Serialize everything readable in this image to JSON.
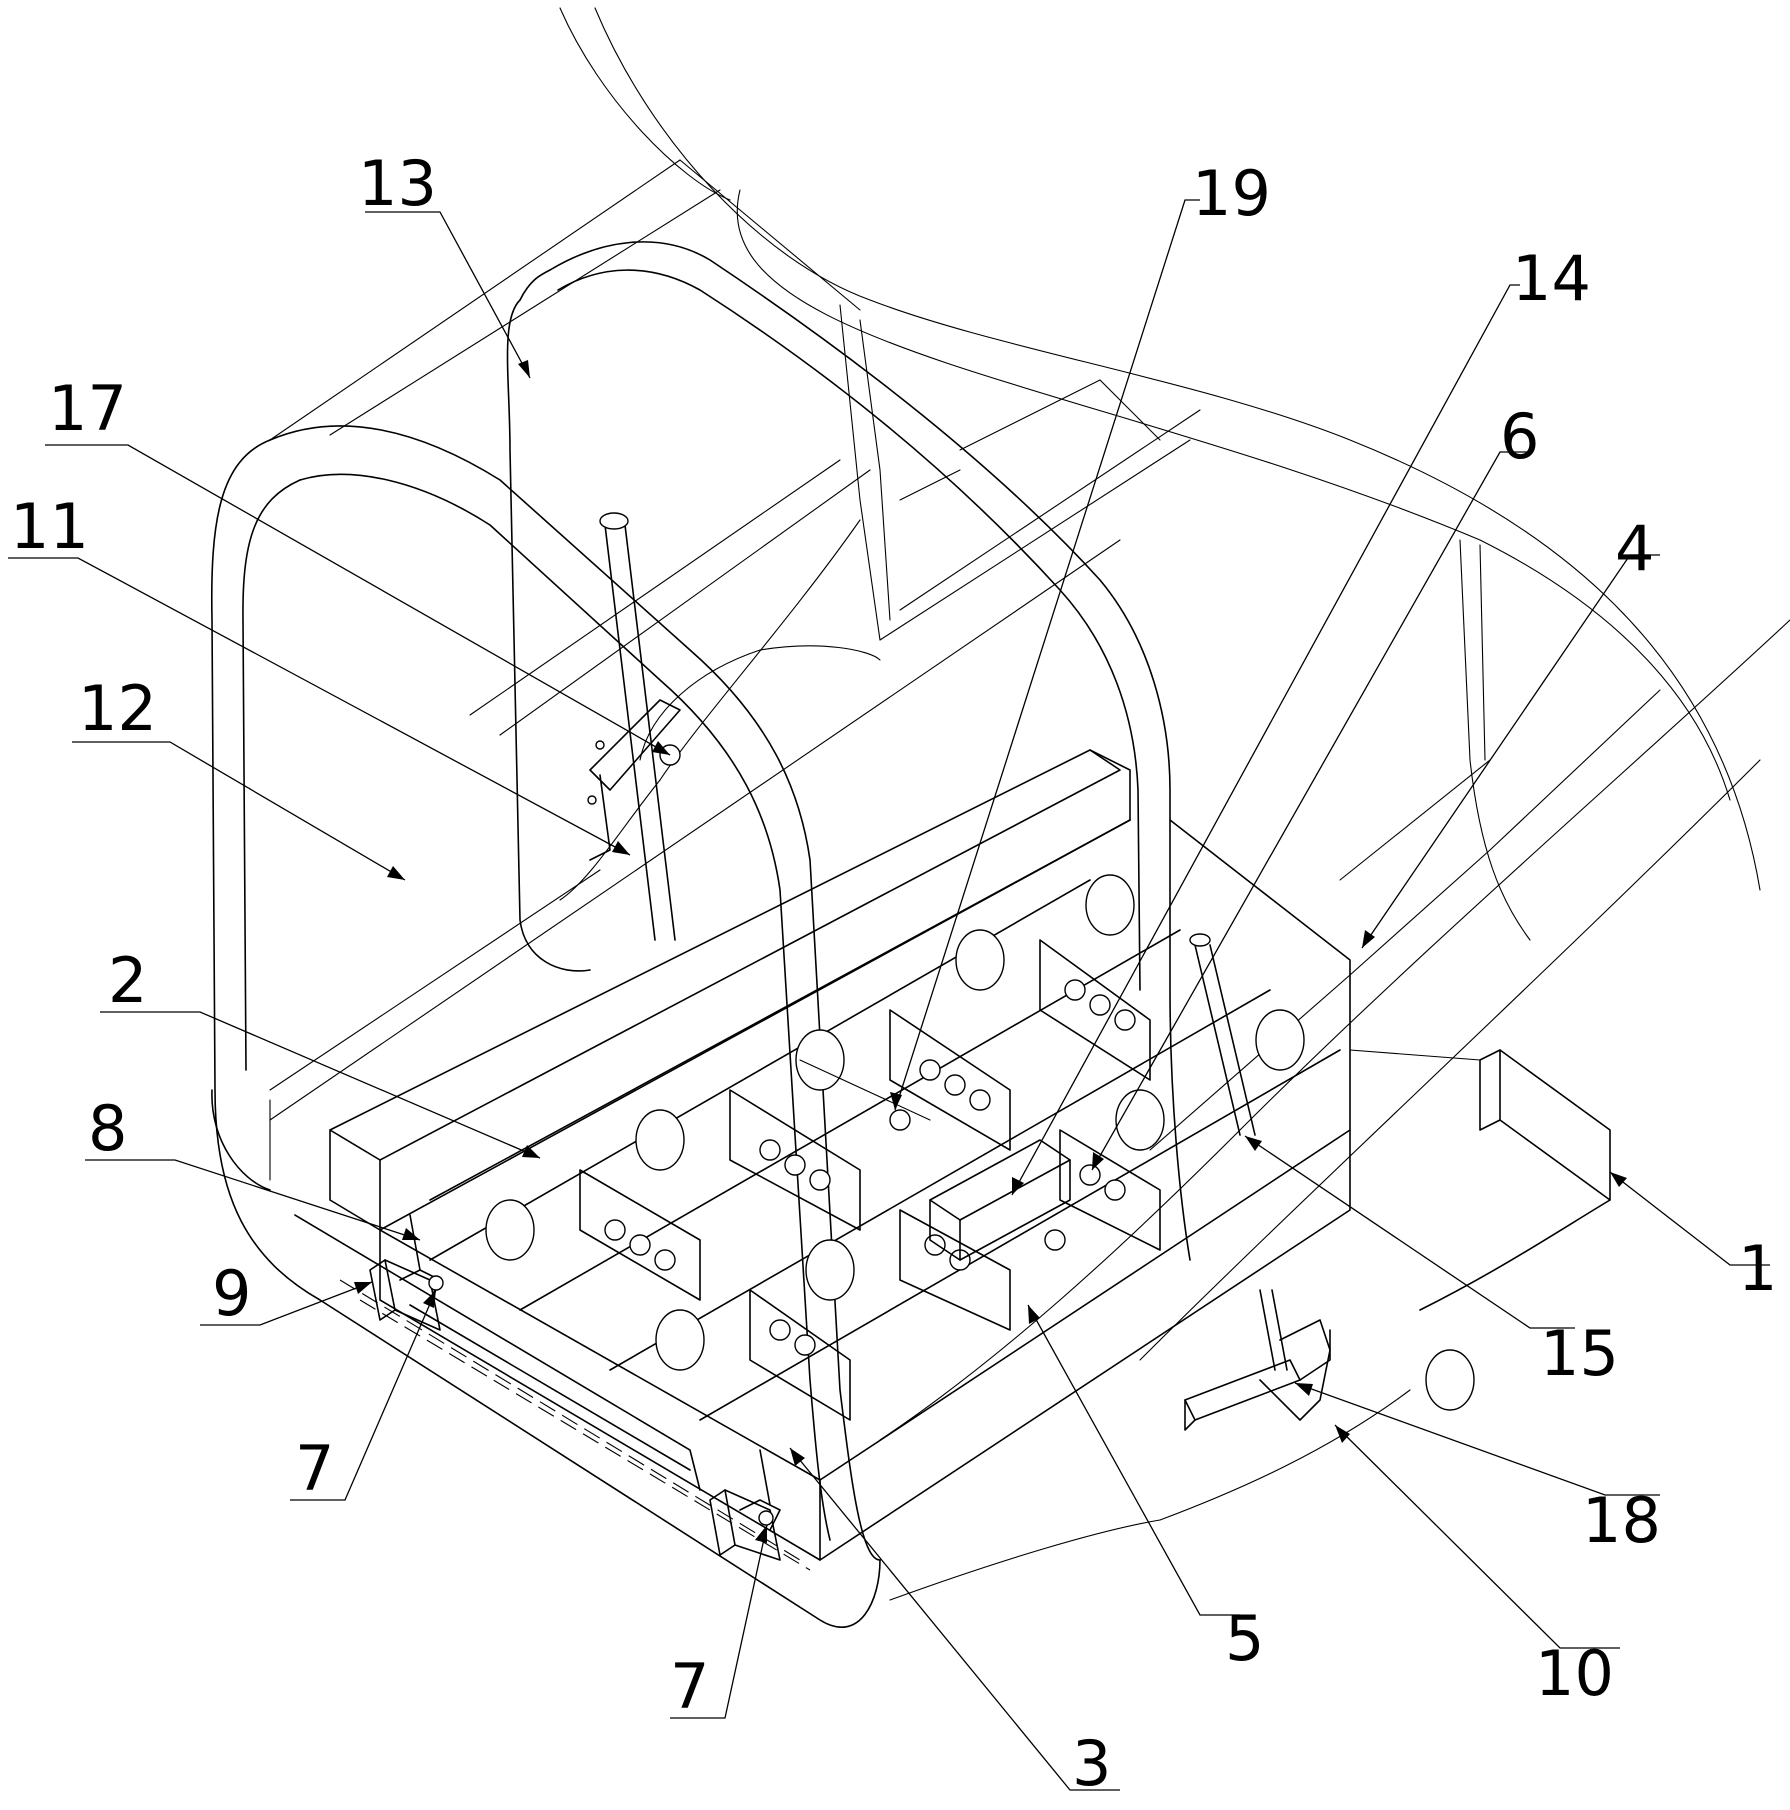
{
  "figure": {
    "kind": "patent-drawing",
    "line_color": "#000000",
    "background": "#ffffff"
  },
  "callouts": [
    {
      "id": "13",
      "label": "13"
    },
    {
      "id": "19",
      "label": "19"
    },
    {
      "id": "14",
      "label": "14"
    },
    {
      "id": "6",
      "label": "6"
    },
    {
      "id": "4",
      "label": "4"
    },
    {
      "id": "17",
      "label": "17"
    },
    {
      "id": "11",
      "label": "11"
    },
    {
      "id": "12",
      "label": "12"
    },
    {
      "id": "2",
      "label": "2"
    },
    {
      "id": "8",
      "label": "8"
    },
    {
      "id": "9",
      "label": "9"
    },
    {
      "id": "7a",
      "label": "7"
    },
    {
      "id": "7b",
      "label": "7"
    },
    {
      "id": "3",
      "label": "3"
    },
    {
      "id": "5",
      "label": "5"
    },
    {
      "id": "10",
      "label": "10"
    },
    {
      "id": "18",
      "label": "18"
    },
    {
      "id": "15",
      "label": "15"
    },
    {
      "id": "1",
      "label": "1"
    }
  ]
}
